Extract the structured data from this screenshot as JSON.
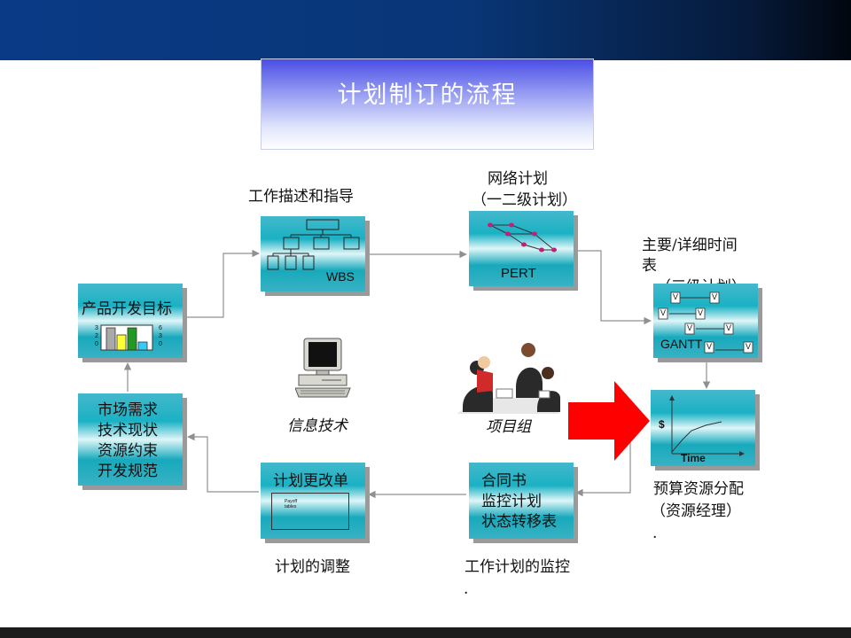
{
  "title": "计划制订的流程",
  "nodes": {
    "goal": {
      "label": "产品开发目标",
      "axis_left": [
        "3",
        "2",
        "0"
      ],
      "axis_right": [
        "6",
        "3",
        "0"
      ]
    },
    "wbs": {
      "label": "工作描述和指导",
      "tag": "WBS"
    },
    "pert": {
      "label_line1": "网络计划",
      "label_line2": "（一二级计划）",
      "tag": "PERT"
    },
    "gantt": {
      "label_line1": "主要/详细时间",
      "label_line2": "表",
      "label_line3": "（三级计划）",
      "tag": "GANTT",
      "mark": "V"
    },
    "budget": {
      "label_line1": "预算资源分配",
      "label_line2": "（资源经理）",
      "dot": ".",
      "axis_y": "$",
      "axis_x": "Time"
    },
    "contract": {
      "lines": [
        "合同书",
        "监控计划",
        "状态转移表"
      ],
      "caption": "工作计划的监控",
      "dot": "."
    },
    "change": {
      "label": "计划更改单",
      "doc_line1": "Payoff",
      "doc_line2": "tables",
      "caption": "计划的调整"
    },
    "market": {
      "lines": [
        "市场需求",
        "技术现状",
        "资源约束",
        "开发规范"
      ]
    },
    "it": {
      "caption": "信息技术"
    },
    "team": {
      "caption": "项目组"
    }
  },
  "colors": {
    "box": "#1ab1c4",
    "shadow": "#9a9a9a",
    "arrow": "#ff0000",
    "header": "#0a3a86"
  }
}
